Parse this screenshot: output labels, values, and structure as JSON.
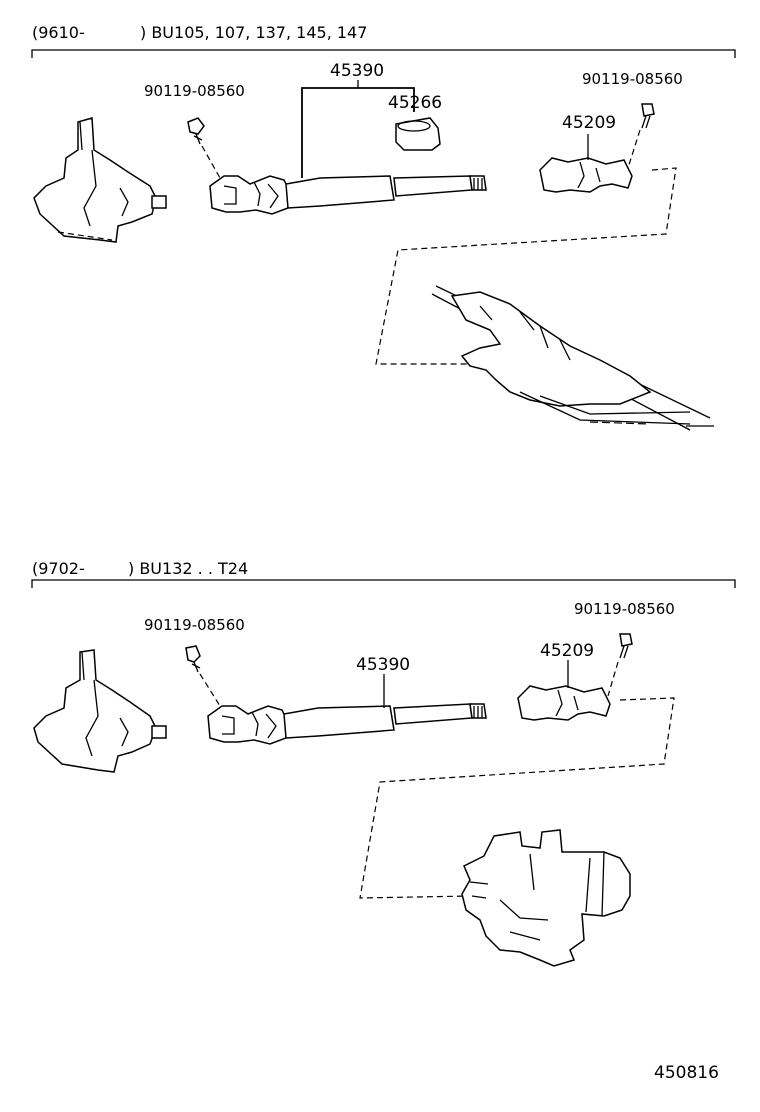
{
  "sections": [
    {
      "header": {
        "date_code": "(9610-",
        "models": ") BU105, 107, 137, 145, 147"
      },
      "labels": {
        "shaft_assy": "45390",
        "dust_seal": "45266",
        "bolt_left": "90119-08560",
        "bolt_right": "90119-08560",
        "joint": "45209"
      }
    },
    {
      "header": {
        "date_code": "(9702-",
        "models": ") BU132 . . T24"
      },
      "labels": {
        "shaft_assy": "45390",
        "bolt_left": "90119-08560",
        "bolt_right": "90119-08560",
        "joint": "45209"
      }
    }
  ],
  "figure_code": "450816"
}
